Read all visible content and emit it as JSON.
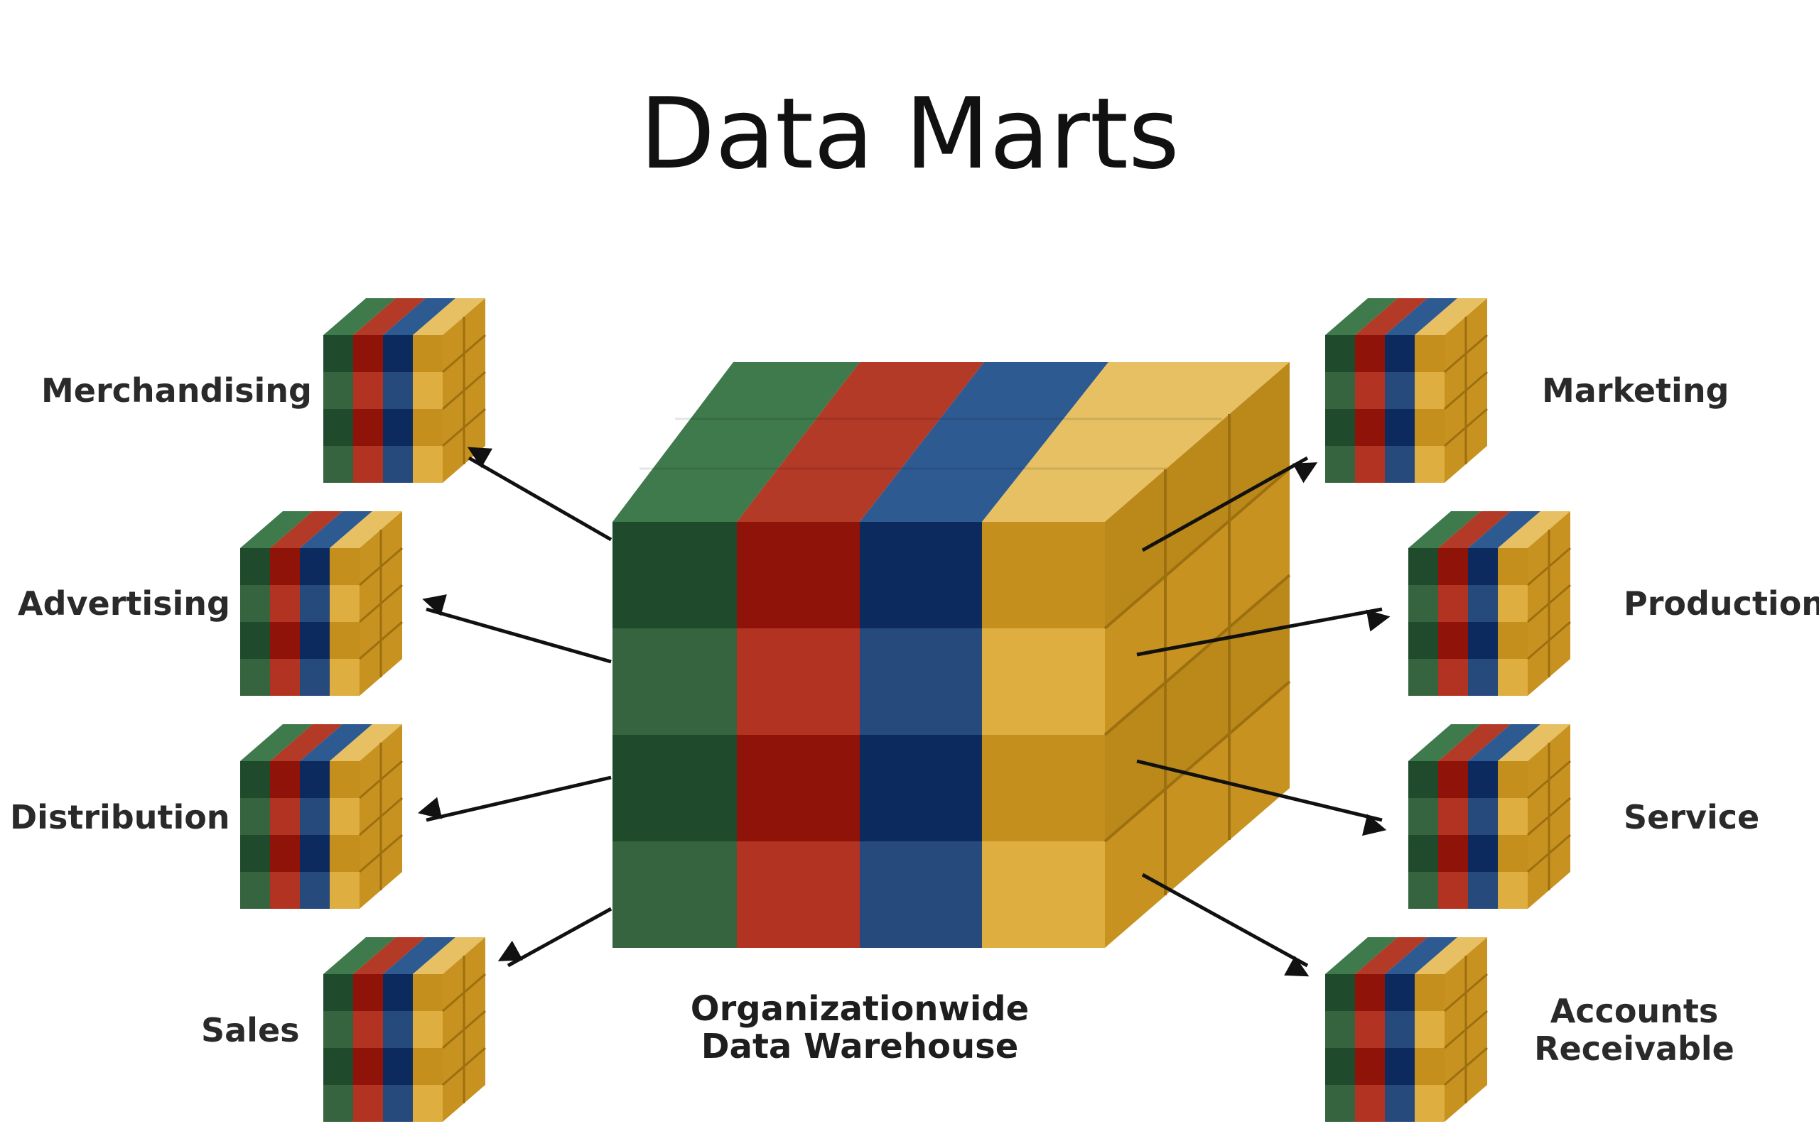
{
  "title": "Data Marts",
  "warehouse": {
    "label_line1": "Organizationwide",
    "label_line2": "Data Warehouse"
  },
  "marts_left": [
    "Merchandising",
    "Advertising",
    "Distribution",
    "Sales"
  ],
  "marts_right": [
    "Marketing",
    "Production",
    "Service",
    "Accounts Receivable"
  ],
  "colors": {
    "green": "#2f5f3c",
    "red": "#a3231a",
    "blue": "#163a6e",
    "gold": "#d6a232"
  }
}
